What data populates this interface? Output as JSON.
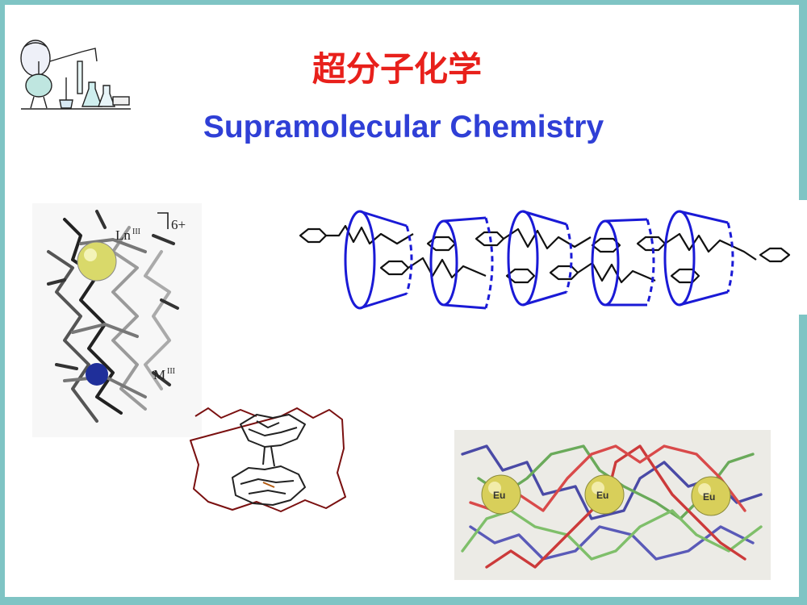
{
  "slide": {
    "title_cn": "超分子化学",
    "title_en": "Supramolecular Chemistry"
  },
  "figures": {
    "helicate": {
      "label_ln": "Ln",
      "label_ln_sup": "III",
      "label_m": "M",
      "label_m_sup": "III",
      "charge": "6+"
    },
    "europium_helix": {
      "atom_labels": [
        "Eu",
        "Eu",
        "Eu"
      ]
    }
  },
  "colors": {
    "frame": "#7fc4c4",
    "title_cn": "#e8201b",
    "title_en": "#2f3fd6",
    "cyclodextrin": "#1a1ad6"
  },
  "icons": [
    "lab-glassware-icon"
  ]
}
